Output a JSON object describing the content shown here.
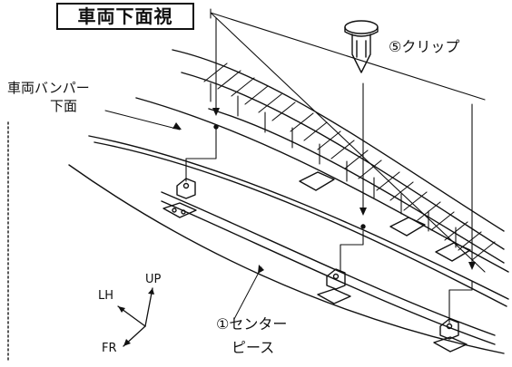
{
  "diagram": {
    "view_title": "車両下面視",
    "clip_label": "⑤クリップ",
    "bumper_label_line1": "車両バンパー",
    "bumper_label_line2": "下面",
    "center_piece_line1": "①センター",
    "center_piece_line2": "ピース",
    "axis_up": "UP",
    "axis_lh": "LH",
    "axis_fr": "FR"
  },
  "colors": {
    "line": "#111111",
    "background": "#ffffff"
  }
}
